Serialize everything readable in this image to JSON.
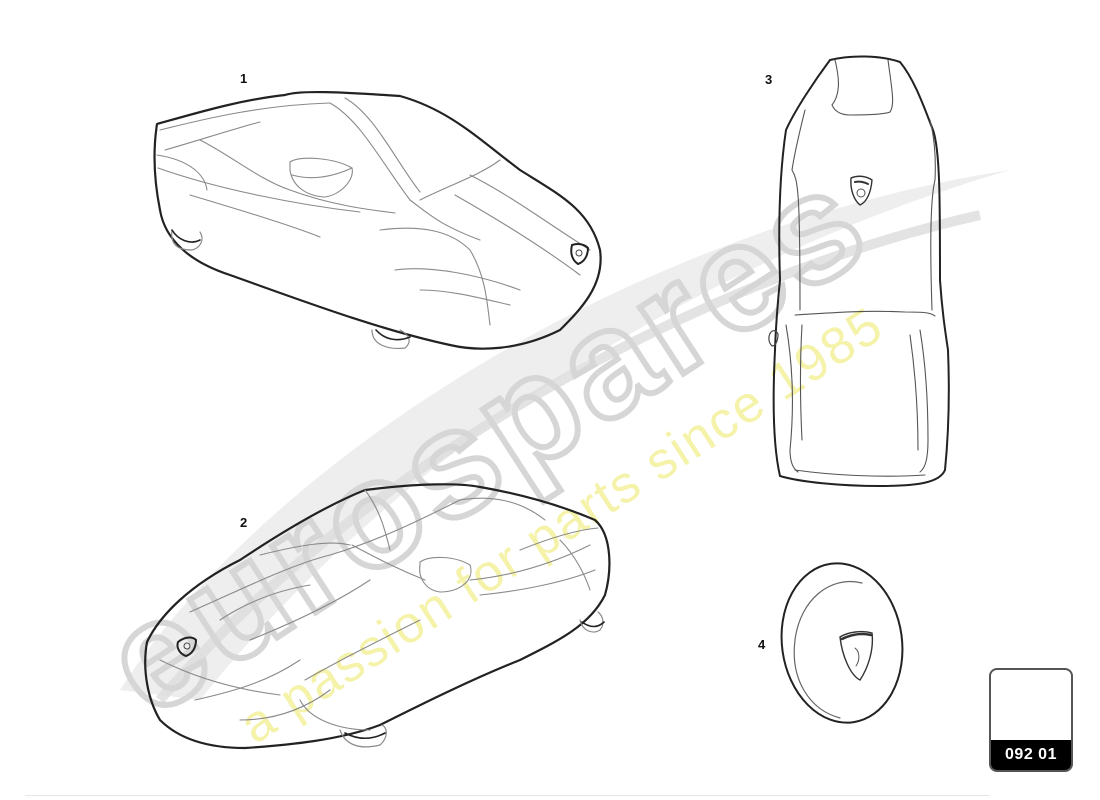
{
  "diagram": {
    "reference_code": "092 01",
    "parts": [
      {
        "number": "1",
        "description": "car cover (front view)"
      },
      {
        "number": "2",
        "description": "car cover (rear view)"
      },
      {
        "number": "3",
        "description": "seat cover"
      },
      {
        "number": "4",
        "description": "steering wheel cover"
      }
    ]
  },
  "watermark": {
    "brand": "eurospares",
    "tagline": "a passion for parts since 1985",
    "brand_color": "#d9d9d9",
    "tagline_color": "#f5f3a8"
  },
  "colors": {
    "outline": "#222222",
    "detail_line": "#8a8a8a",
    "ref_box_fill": "#000000",
    "ref_box_text": "#ffffff"
  }
}
